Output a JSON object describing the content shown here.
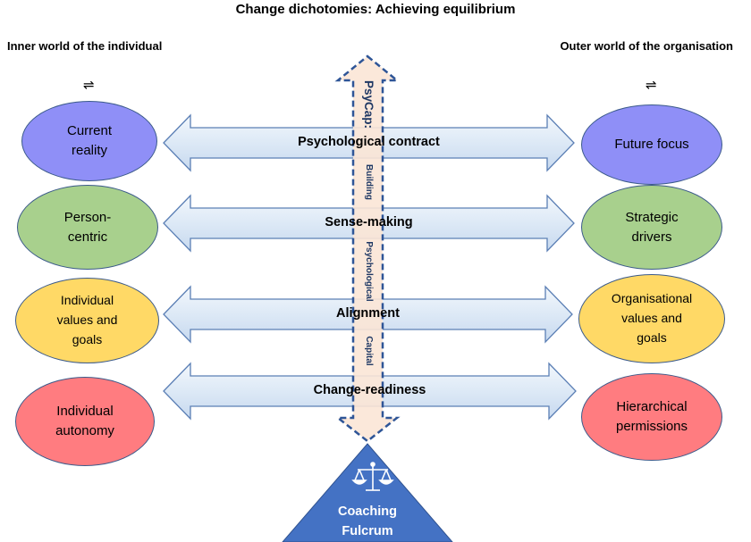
{
  "title": "Change dichotomies: Achieving equilibrium",
  "left_heading": "Inner world of the individual",
  "right_heading": "Outer world of the organisation",
  "equilibrium_symbol": "⇌",
  "left_items": [
    {
      "lines": [
        "Current",
        "reality"
      ],
      "color": "#8f8ff7"
    },
    {
      "lines": [
        "Person-",
        "centric"
      ],
      "color": "#a8d08d"
    },
    {
      "lines": [
        "Individual",
        "values and",
        "goals"
      ],
      "color": "#ffd966"
    },
    {
      "lines": [
        "Individual",
        "autonomy"
      ],
      "color": "#ff7c80"
    }
  ],
  "right_items": [
    {
      "lines": [
        "Future focus"
      ],
      "color": "#8f8ff7"
    },
    {
      "lines": [
        "Strategic",
        "drivers"
      ],
      "color": "#a8d08d"
    },
    {
      "lines": [
        "Organisational",
        "values and",
        "goals"
      ],
      "color": "#ffd966"
    },
    {
      "lines": [
        "Hierarchical",
        "permissions"
      ],
      "color": "#ff7c80"
    }
  ],
  "arrows": [
    "Psychological contract",
    "Sense-making",
    "Alignment",
    "Change-readiness"
  ],
  "vertical": {
    "psycap": "PsyCap:",
    "words": [
      "Building",
      "Psychological",
      "Capital"
    ]
  },
  "fulcrum": {
    "line1": "Coaching",
    "line2": "Fulcrum",
    "icon": "scales-icon",
    "color": "#4472c4"
  },
  "colors": {
    "arrow_fill": "#dae7f5",
    "arrow_stroke": "#5b7fb5",
    "vertical_fill": "#fbe5d6",
    "vertical_stroke": "#2e5597"
  }
}
